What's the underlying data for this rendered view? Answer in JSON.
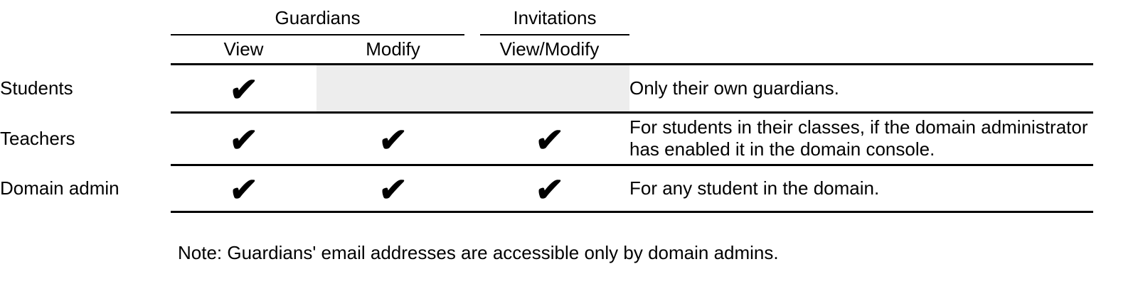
{
  "table": {
    "group_headers": {
      "guardians": "Guardians",
      "invitations": "Invitations"
    },
    "column_headers": {
      "view": "View",
      "modify": "Modify",
      "view_modify": "View/Modify"
    },
    "check_glyph": "✔",
    "rows": [
      {
        "label": "Students",
        "permissions": {
          "view": true,
          "modify": false,
          "view_modify": false
        },
        "no_permission_shaded": true,
        "note": "Only their own guardians."
      },
      {
        "label": "Teachers",
        "permissions": {
          "view": true,
          "modify": true,
          "view_modify": true
        },
        "no_permission_shaded": false,
        "note": "For students in their classes, if the domain administrator has enabled it in the domain console."
      },
      {
        "label": "Domain admin",
        "permissions": {
          "view": true,
          "modify": true,
          "view_modify": true
        },
        "no_permission_shaded": false,
        "note": "For any student in the domain."
      }
    ]
  },
  "footnote": "Note: Guardians' email addresses are accessible only by domain admins.",
  "colors": {
    "text": "#000000",
    "rule": "#000000",
    "shaded_cell": "#ededed",
    "background": "#ffffff"
  }
}
